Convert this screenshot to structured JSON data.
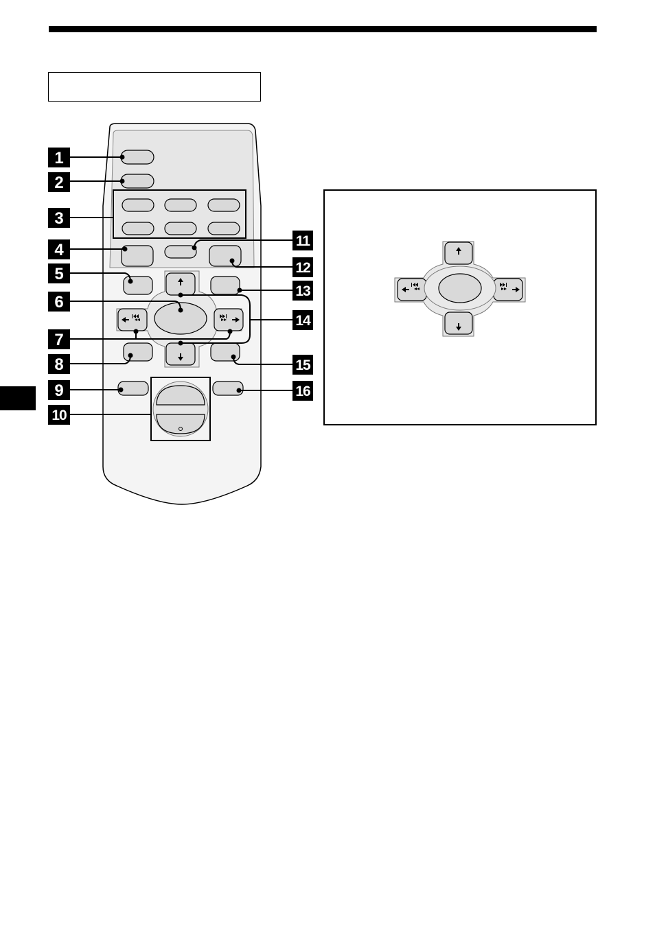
{
  "callouts": {
    "c1": "1",
    "c2": "2",
    "c3": "3",
    "c4": "4",
    "c5": "5",
    "c6": "6",
    "c7": "7",
    "c8": "8",
    "c9": "9",
    "c10": "10",
    "c11": "11",
    "c12": "12",
    "c13": "13",
    "c14": "14",
    "c15": "15",
    "c16": "16"
  },
  "icons": {
    "up": "arrow-up-icon",
    "down": "arrow-down-icon",
    "prev": "skip-previous-icon",
    "next": "skip-next-icon"
  },
  "colors": {
    "button_fill": "#d9d9d9",
    "panel_fill": "#efefef",
    "remote_body": "#f4f4f4"
  }
}
